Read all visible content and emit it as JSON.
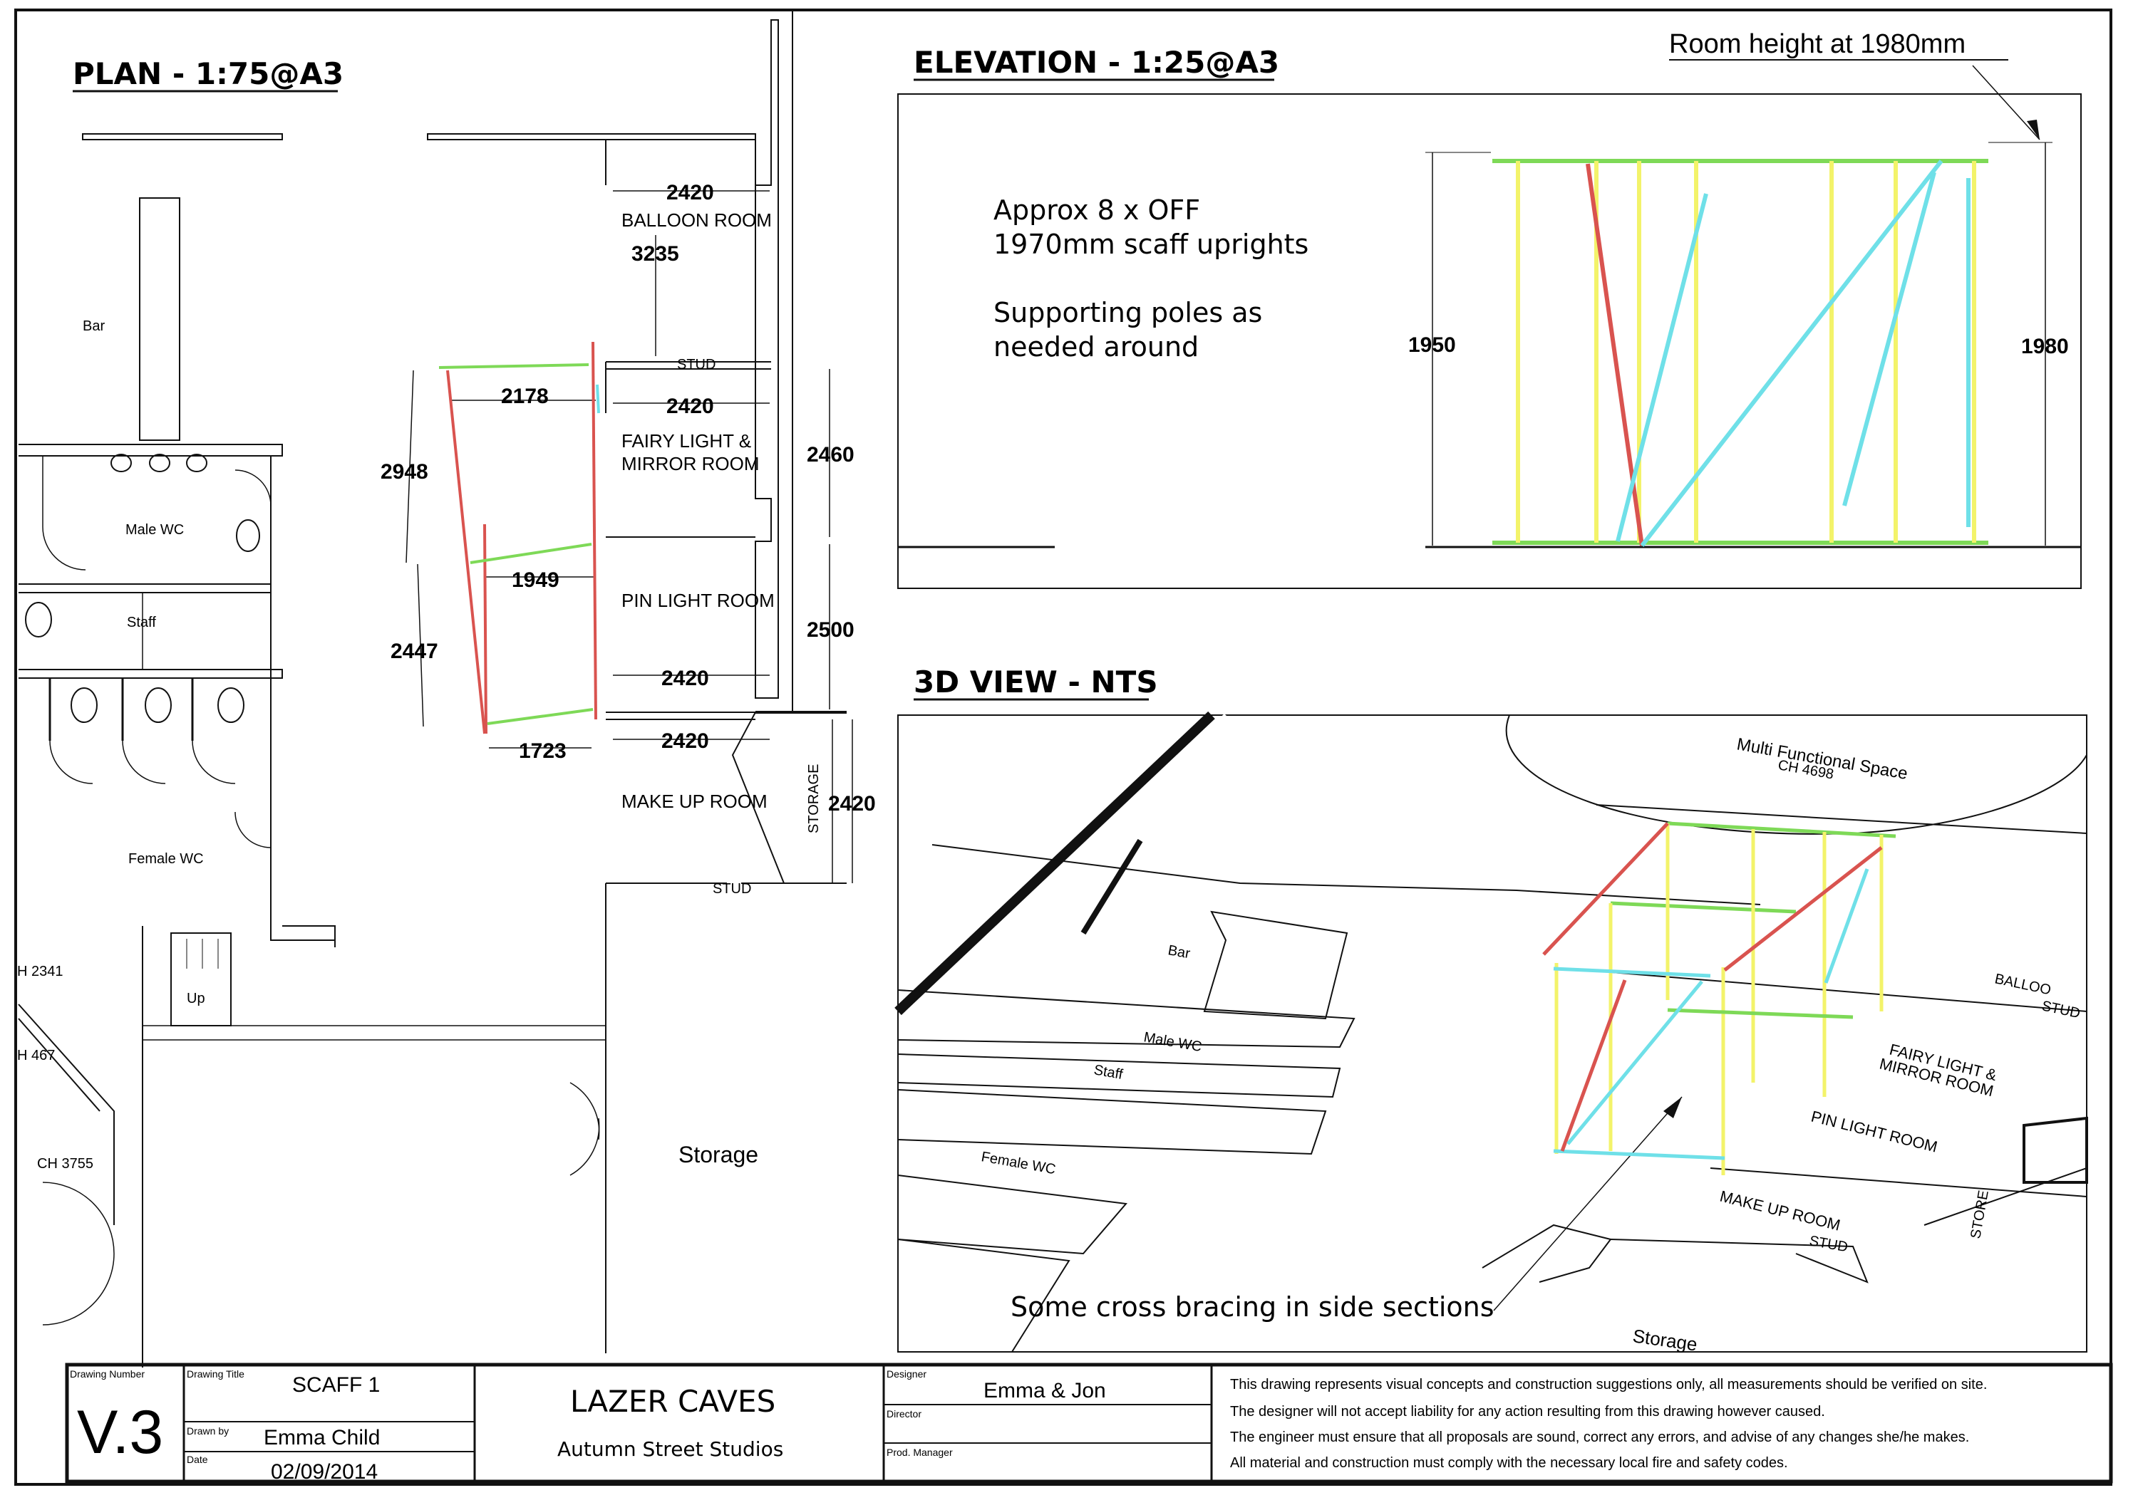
{
  "plan": {
    "title": "PLAN - 1:75@A3",
    "rooms": {
      "bar": "Bar",
      "male_wc": "Male WC",
      "staff": "Staff",
      "female_wc": "Female WC",
      "balloon": "BALLOON ROOM",
      "fairy": "FAIRY LIGHT &",
      "mirror": "MIRROR ROOM",
      "pin": "PIN LIGHT ROOM",
      "makeup": "MAKE UP ROOM",
      "storage_vert": "STORAGE",
      "storage": "Storage",
      "stud_a": "STUD",
      "stud_b": "STUD",
      "up": "Up",
      "h2341": "H 2341",
      "h467": "H 467",
      "ch3755": "CH 3755"
    },
    "dims": {
      "d2420a": "2420",
      "d3235": "3235",
      "d2178": "2178",
      "d2420b": "2420",
      "d2948": "2948",
      "d2460": "2460",
      "d1949": "1949",
      "d2447": "2447",
      "d2500": "2500",
      "d2420c": "2420",
      "d2420d": "2420",
      "d1723": "1723",
      "d2420e": "2420"
    }
  },
  "elevation": {
    "title": "ELEVATION - 1:25@A3",
    "room_height": "Room height at 1980mm",
    "note_l1": "Approx 8 x OFF",
    "note_l2": "1970mm scaff uprights",
    "note_l3": "Supporting poles as",
    "note_l4": "needed around",
    "dim_left": "1950",
    "dim_right": "1980"
  },
  "view3d": {
    "title": "3D VIEW - NTS",
    "multi_l1": "Multi Functional Space",
    "multi_l2": "CH 4698",
    "bar": "Bar",
    "male_wc": "Male WC",
    "staff": "Staff",
    "female_wc": "Female WC",
    "balloon": "BALLOO",
    "stud_a": "STUD",
    "fairy_l1": "FAIRY LIGHT &",
    "fairy_l2": "MIRROR ROOM",
    "pin": "PIN LIGHT ROOM",
    "makeup": "MAKE UP ROOM",
    "storage_side": "STORE",
    "stud_b": "STUD",
    "storage": "Storage",
    "note": "Some cross bracing in side sections"
  },
  "titleblock": {
    "drawing_number_label": "Drawing Number",
    "drawing_number": "V.3",
    "drawing_title_label": "Drawing Title",
    "drawing_title": "SCAFF 1",
    "drawn_by_label": "Drawn by",
    "drawn_by": "Emma Child",
    "date_label": "Date",
    "date": "02/09/2014",
    "project": "LAZER CAVES",
    "studio": "Autumn Street Studios",
    "designer_label": "Designer",
    "designer": "Emma & Jon",
    "director_label": "Director",
    "prod_manager_label": "Prod. Manager",
    "disclaimer_1": "This drawing represents visual concepts and construction suggestions only, all measurements should be verified on site.",
    "disclaimer_2": "The designer will not accept liability for any action resulting from this drawing however caused.",
    "disclaimer_3": "The engineer must ensure that all proposals are sound, correct any errors, and advise of any changes she/he makes.",
    "disclaimer_4": "All material and construction must comply with the necessary local fire and safety codes."
  },
  "colors": {
    "line": "#111111",
    "red_pole": "#d9534f",
    "green_pole": "#7ed957",
    "cyan_pole": "#6fe0e8",
    "yellow_pole": "#f3f36a"
  }
}
